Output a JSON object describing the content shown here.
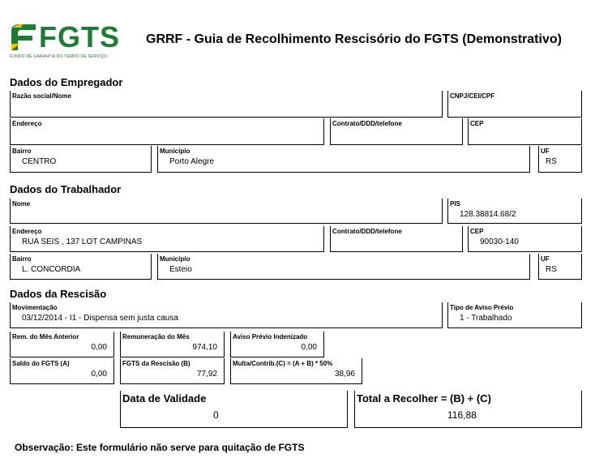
{
  "header": {
    "logo_text": "FGTS",
    "logo_subtitle": "FUNDO DE GARANTIA DO TEMPO DE SERVIÇO",
    "title": "GRRF - Guia de Recolhimento Rescisório do FGTS (Demonstrativo)"
  },
  "empregador": {
    "section": "Dados do Empregador",
    "razao_label": "Razão social/Nome",
    "razao_value": "",
    "cnpj_label": "CNPJ/CEI/CPF",
    "cnpj_value": "",
    "endereco_label": "Endereço",
    "endereco_value": "",
    "contrato_label": "Contrato/DDD/telefone",
    "contrato_value": "",
    "cep_label": "CEP",
    "cep_value": "",
    "bairro_label": "Bairro",
    "bairro_value": "CENTRO",
    "municipio_label": "Município",
    "municipio_value": "Porto Alegre",
    "uf_label": "UF",
    "uf_value": "RS"
  },
  "trabalhador": {
    "section": "Dados do Trabalhador",
    "nome_label": "Nome",
    "nome_value": "",
    "pis_label": "PIS",
    "pis_value": "128.38814.68/2",
    "endereco_label": "Endereço",
    "endereco_value": "RUA SEIS , 137 LOT CAMPINAS",
    "contrato_label": "Contrato/DDD/telefone",
    "contrato_value": "",
    "cep_label": "CEP",
    "cep_value": "90030-140",
    "bairro_label": "Bairro",
    "bairro_value": "L. CONCORDIA",
    "municipio_label": "Município",
    "municipio_value": "Esteio",
    "uf_label": "UF",
    "uf_value": "RS"
  },
  "rescisao": {
    "section": "Dados da Rescisão",
    "movimentacao_label": "Movimentação",
    "movimentacao_value": "03/12/2014 - I1 - Dispensa sem justa causa",
    "tipo_aviso_label": "Tipo de Aviso Prévio",
    "tipo_aviso_value": "1 - Trabalhado",
    "rem_mes_anterior_label": "Rem. do Mês Anterior",
    "rem_mes_anterior_value": "0,00",
    "remuneracao_mes_label": "Remuneração do Mês",
    "remuneracao_mes_value": "974,10",
    "aviso_indenizado_label": "Aviso Prévio Indenizado",
    "aviso_indenizado_value": "0,00",
    "saldo_fgts_label": "Saldo do FGTS (A)",
    "saldo_fgts_value": "0,00",
    "fgts_rescisao_label": "FGTS da Rescisão (B)",
    "fgts_rescisao_value": "77,92",
    "multa_label": "Multa/Contrib.(C) = (A + B) * 50%",
    "multa_value": "38,96"
  },
  "totais": {
    "validade_label": "Data de Validade",
    "validade_value": "0",
    "total_label": "Total a Recolher = (B) + (C)",
    "total_value": "116,88"
  },
  "observacao": "Observação: Este formulário não serve para quitação de FGTS",
  "colors": {
    "logo_green": "#1f7a35",
    "logo_yellow": "#f2c400"
  }
}
